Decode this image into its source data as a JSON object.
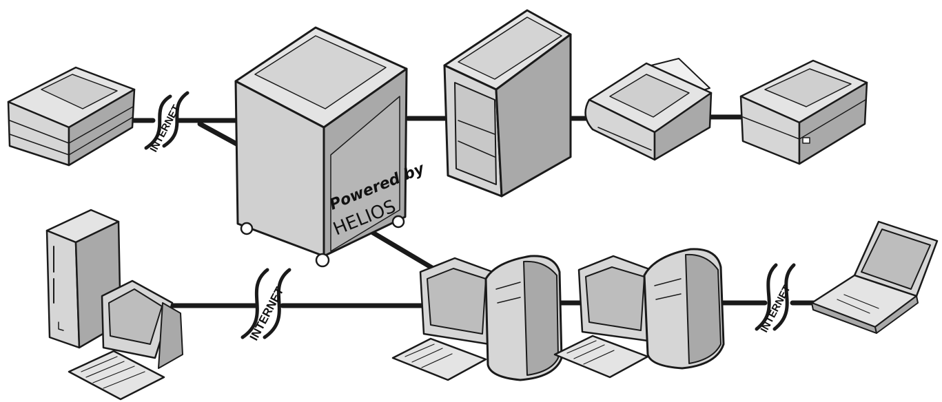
{
  "server": {
    "badge_line1": "Powered by",
    "badge_line2": "HELIOS"
  },
  "links": {
    "top_left_label": "INTERNET",
    "bottom_left_label": "INTERNET",
    "bottom_right_label": "INTERNET"
  },
  "colors": {
    "ink": "#1a1a1a",
    "face_light": "#e4e4e4",
    "face_mid": "#cfcfcf",
    "face_dark": "#a9a9a9",
    "screen": "#bdbdbd",
    "background": "#ffffff"
  },
  "devices": [
    {
      "icon": "laser-printer-icon"
    },
    {
      "icon": "helios-server-icon"
    },
    {
      "icon": "file-server-tower-icon"
    },
    {
      "icon": "inkjet-printer-icon"
    },
    {
      "icon": "laser-printer-icon"
    },
    {
      "icon": "pc-tower-workstation-icon"
    },
    {
      "icon": "mac-workstation-icon"
    },
    {
      "icon": "mac-workstation-icon"
    },
    {
      "icon": "laptop-icon"
    }
  ]
}
